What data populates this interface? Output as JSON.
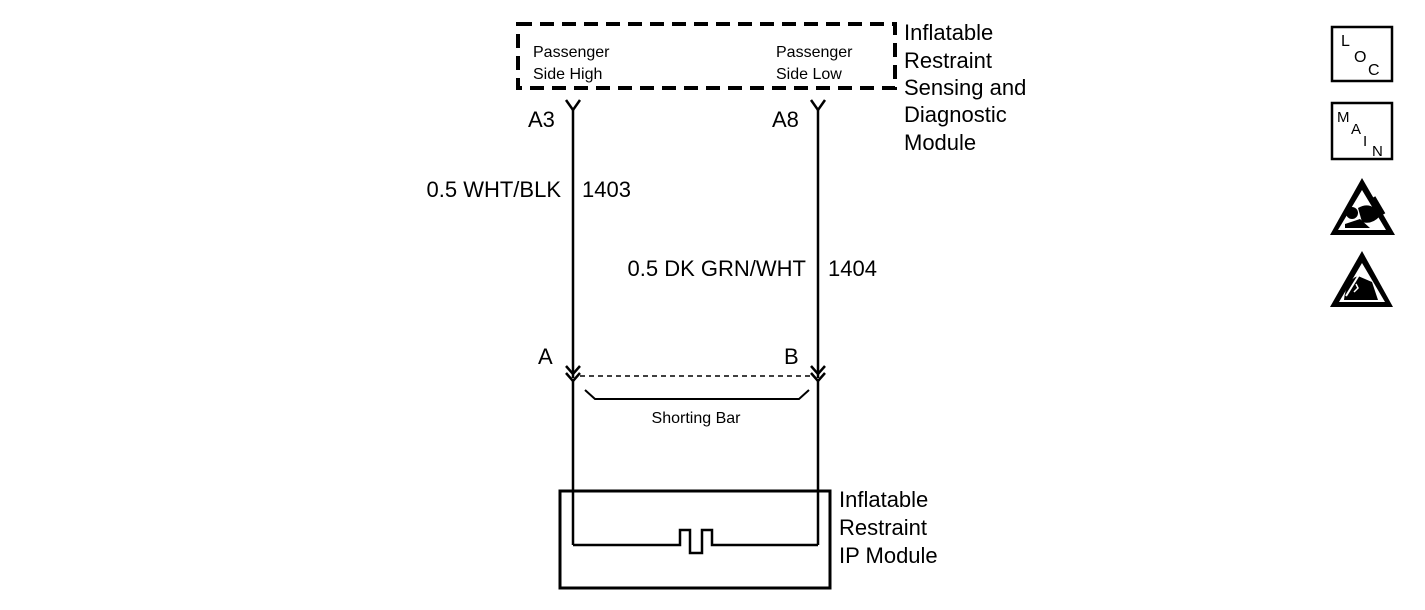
{
  "sdm_module": {
    "title_lines": [
      "Inflatable",
      "Restraint",
      "Sensing and",
      "Diagnostic",
      "Module"
    ],
    "pins": [
      {
        "label_lines": [
          "Passenger",
          "Side High"
        ],
        "terminal": "A3"
      },
      {
        "label_lines": [
          "Passenger",
          "Side Low"
        ],
        "terminal": "A8"
      }
    ]
  },
  "wires": [
    {
      "spec": "0.5 WHT/BLK",
      "circuit": "1403"
    },
    {
      "spec": "0.5 DK GRN/WHT",
      "circuit": "1404"
    }
  ],
  "connector": {
    "terminals": [
      "A",
      "B"
    ],
    "shorting_bar_label": "Shorting Bar"
  },
  "ip_module": {
    "title_lines": [
      "Inflatable",
      "Restraint",
      "IP Module"
    ]
  },
  "side_icons": {
    "loc": {
      "letters": [
        "L",
        "O",
        "C"
      ]
    },
    "main": {
      "letters": [
        "M",
        "A",
        "I",
        "N"
      ]
    },
    "airbag_warning": "airbag-warning-icon",
    "esd_warning": "esd-warning-icon"
  }
}
